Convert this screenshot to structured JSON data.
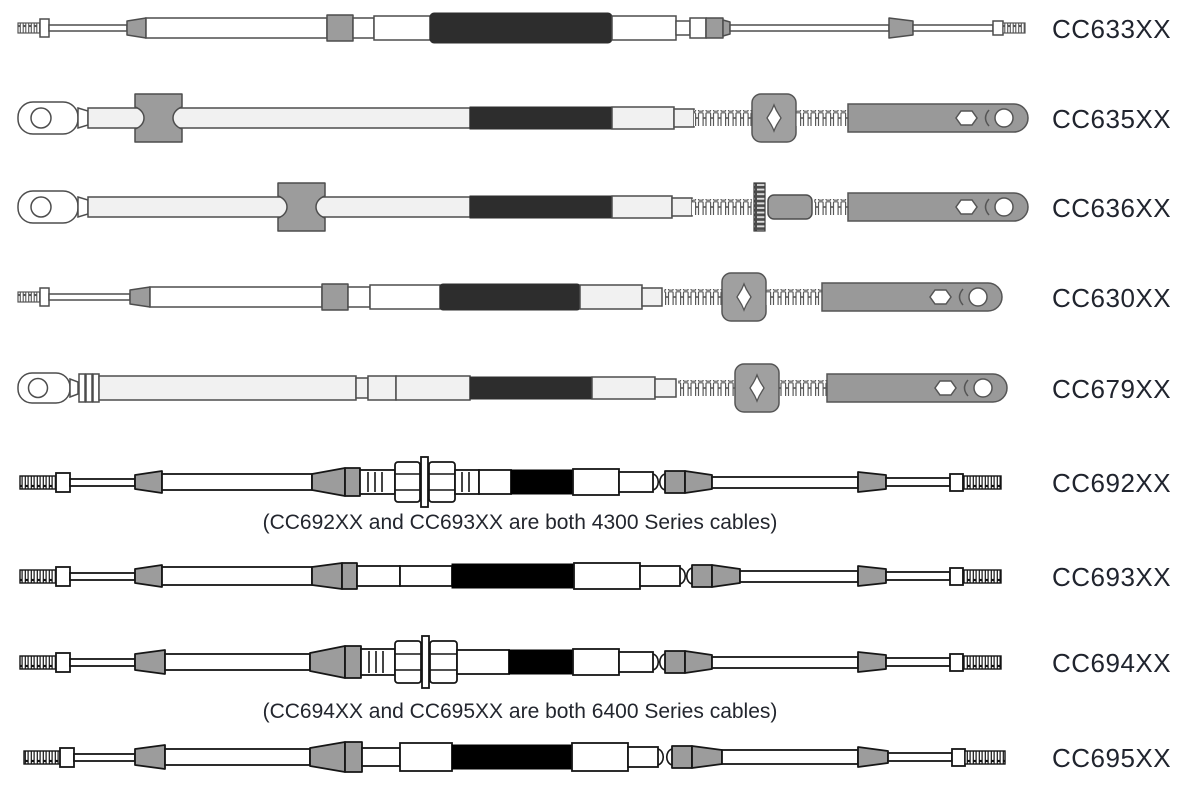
{
  "cables": [
    {
      "label": "CC633XX",
      "left_end": "threaded-stud",
      "right_end": "threaded-stud"
    },
    {
      "label": "CC635XX",
      "left_end": "eyelet",
      "right_end": "clevis-arm"
    },
    {
      "label": "CC636XX",
      "left_end": "eyelet",
      "right_end": "clevis-arm"
    },
    {
      "label": "CC630XX",
      "left_end": "threaded-stud",
      "right_end": "clevis-arm"
    },
    {
      "label": "CC679XX",
      "left_end": "eyelet",
      "right_end": "clevis-arm"
    },
    {
      "label": "CC692XX",
      "left_end": "threaded-stud",
      "right_end": "threaded-stud"
    },
    {
      "label": "CC693XX",
      "left_end": "threaded-stud",
      "right_end": "threaded-stud"
    },
    {
      "label": "CC694XX",
      "left_end": "threaded-stud",
      "right_end": "threaded-stud"
    },
    {
      "label": "CC695XX",
      "left_end": "threaded-stud",
      "right_end": "threaded-stud"
    }
  ],
  "captions": {
    "series4300": "(CC692XX and CC693XX are both 4300 Series cables)",
    "series6400": "(CC694XX and CC695XX are both 6400 Series cables)"
  },
  "colors": {
    "label_text": "#20242e",
    "fitting_gray": "#9c9c9c",
    "clamp_gray": "#a0a0a0",
    "jacket_black_light_rows": "#2d2d2d",
    "jacket_black_dark_rows": "#000000",
    "tube_light": "#f1f1f1",
    "outline_light": "#4d4d4d",
    "outline_dark": "#161616"
  }
}
